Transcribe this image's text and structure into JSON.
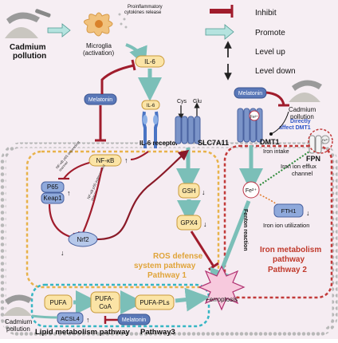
{
  "legend": {
    "inhibit": "Inhibit",
    "promote": "Promote",
    "level_up": "Level up",
    "level_down": "Level down"
  },
  "labels": {
    "cadmium_pollution": "Cadmium pollution",
    "cadmium_pollution_right": "Cadmium pollution",
    "cadmium_pollution_bottom": "Cadmium pollution",
    "microglia_line1": "Microglia",
    "microglia_line2": "(activation)",
    "proinflammatory_line1": "Proinflammatory",
    "proinflammatory_line2": "cytokines release",
    "il6": "IL-6",
    "il6_small": "IL-6",
    "melatonin_left": "Melatonin",
    "melatonin_right": "Melatonin",
    "melatonin_bottom": "Melatonin",
    "il6_receptor": "IL-6 receptor",
    "cys": "Cys",
    "glu": "Glu",
    "slc7a11": "SLC7A11",
    "directly_affect_line1": "Directly",
    "directly_affect_line2": "affect DMT1",
    "fe2_top": "Fe²⁺",
    "dmt1": "DMT1",
    "iron_intake": "Iron intake",
    "fe3": "Fe³⁺",
    "fpn": "FPN",
    "nfkb": "NF-κB",
    "nfkb_dep_1": "NF-κB p65 dependent",
    "nfkb_dep_2": "manner",
    "nfkb_indep_1": "NF-κB p65 independent",
    "nfkb_indep_2": "manner",
    "p65": "P65",
    "keap1": "Keap1",
    "nrf2": "Nrf2",
    "gsh": "GSH",
    "gpx4": "GPX4",
    "fe2_mid": "Fe²⁺",
    "iron_efflux_line1": "Iron ion efflux",
    "iron_efflux_line2": "channel",
    "fth1": "FTH1",
    "iron_utilization": "Iron ion utilization",
    "fenton_reaction": "Fenton reaction",
    "ros_line1": "ROS defense",
    "ros_line2": "system pathway",
    "pathway1": "Pathway 1",
    "iron_pathway_line1": "Iron metabolism",
    "iron_pathway_line2": "pathway",
    "pathway2": "Pathway 2",
    "pufa": "PUFA",
    "pufa_coa_line1": "PUFA-",
    "pufa_coa_line2": "CoA",
    "pufa_pls": "PUFA-PLs",
    "acsl4": "ACSL4",
    "ferroptosis": "Ferroptosis",
    "lipid_pathway": "Lipid metabolism pathway",
    "pathway3": "Pathway3"
  },
  "colors": {
    "inhibit": "#a01c2c",
    "promote": "#b5e3df",
    "promote_stroke": "#4f9a92",
    "pathway1": "#e8b24a",
    "pathway2": "#c23a3a",
    "pathway3": "#36b6c4",
    "melatonin": "#5a78b8",
    "membrane": "#a9a9a9",
    "label_red": "#c0392b",
    "label_blue": "#2d55c8",
    "label_orange": "#e0a43a"
  }
}
